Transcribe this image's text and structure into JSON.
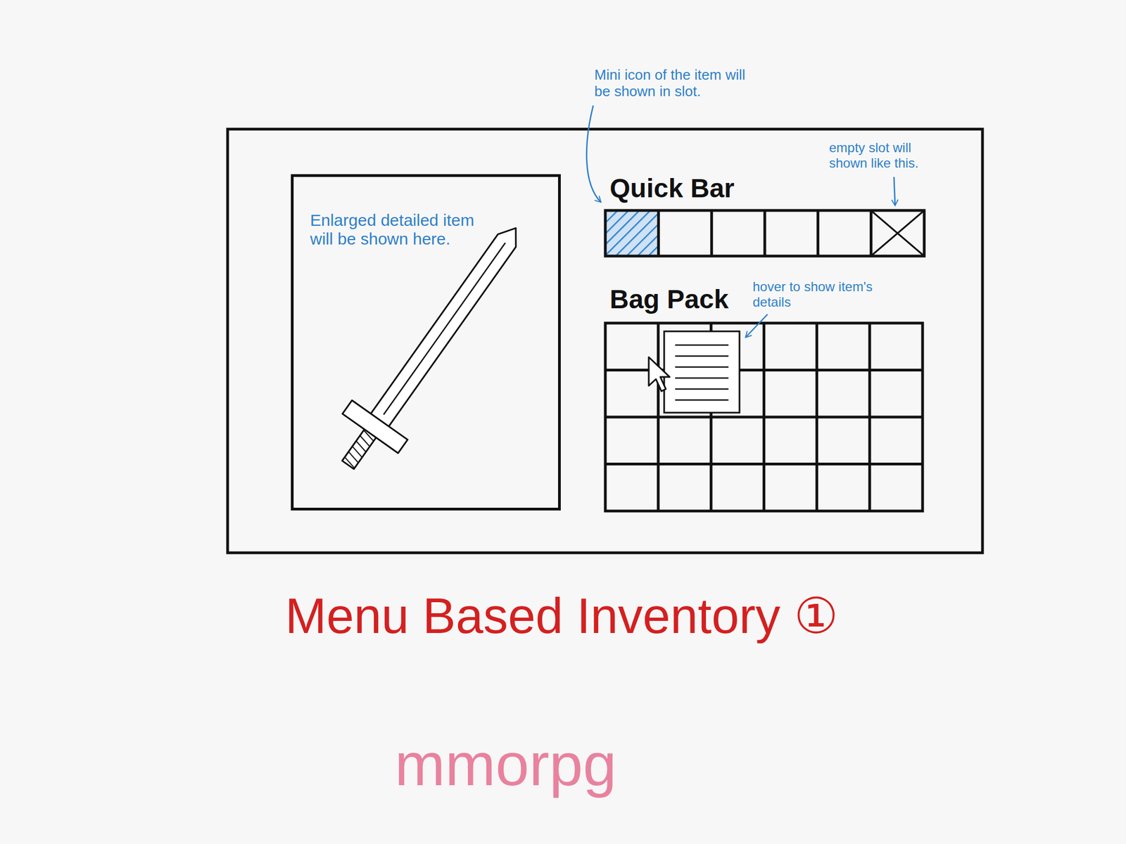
{
  "diagram": {
    "title": "Menu Based Inventory ①",
    "nodes": [
      {
        "text": [
          "Enlarged detailed item will be shown here."
        ]
      },
      {
        "text": [
          "Quick Bar"
        ]
      },
      {
        "text": [
          "Bag Pack"
        ]
      }
    ],
    "labels": [
      "Mini icon of the item will be shown in slot.",
      "empty slot will shown like this.",
      "hover to show item's details",
      "mmorpg"
    ]
  }
}
